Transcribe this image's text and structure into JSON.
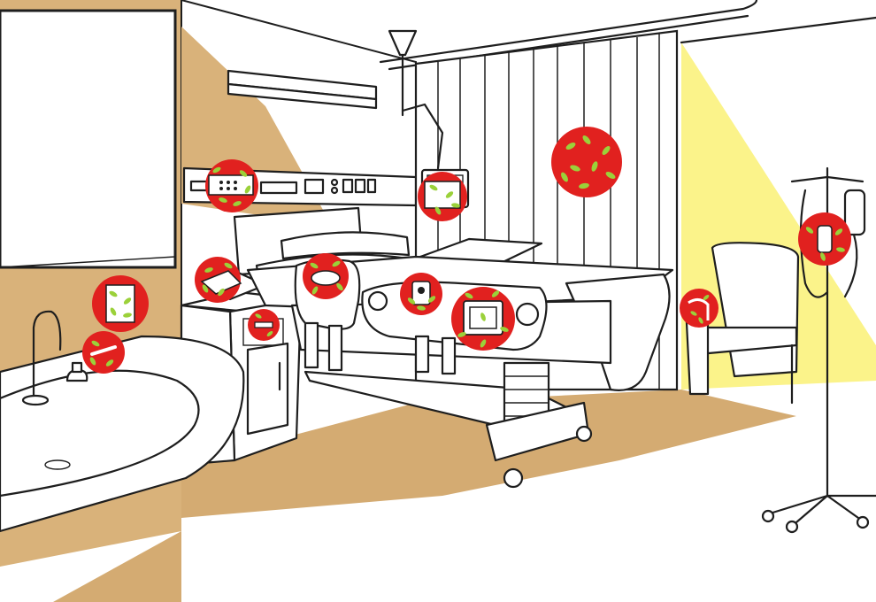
{
  "scene": {
    "colors": {
      "wall_tan": "#d9b27a",
      "floor_tan": "#d4ab72",
      "light_yellow": "#fbf38a",
      "germ_red": "#e1211f",
      "germ_green": "#9bd13a",
      "outline": "#1e1e1e"
    },
    "hotspots": [
      {
        "id": "wall-panel-hotspot",
        "icon": "wall-control-panel-icon"
      },
      {
        "id": "tv-monitor-hotspot",
        "icon": "tv-monitor-icon"
      },
      {
        "id": "curtain-hotspot",
        "icon": "privacy-curtain-icon"
      },
      {
        "id": "iv-pole-hotspot",
        "icon": "iv-bag-icon"
      },
      {
        "id": "telephone-hotspot",
        "icon": "telephone-icon"
      },
      {
        "id": "bed-rail-remote-hotspot",
        "icon": "bed-remote-icon"
      },
      {
        "id": "bed-control-panel-hotspot",
        "icon": "bed-control-panel-icon"
      },
      {
        "id": "light-switch-hotspot",
        "icon": "light-switch-icon"
      },
      {
        "id": "faucet-handle-hotspot",
        "icon": "faucet-handle-icon"
      },
      {
        "id": "bedside-drawer-hotspot",
        "icon": "drawer-handle-icon"
      },
      {
        "id": "pillow-hotspot",
        "icon": "pillow-icon"
      },
      {
        "id": "chair-armrest-hotspot",
        "icon": "chair-armrest-icon"
      }
    ]
  }
}
